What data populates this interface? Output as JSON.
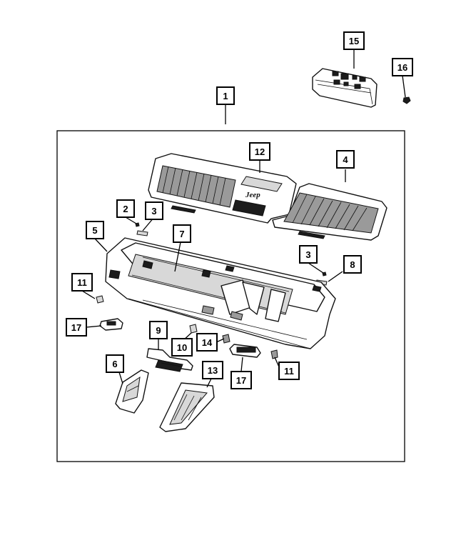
{
  "diagram": {
    "callouts": [
      {
        "id": "c1",
        "label": "1"
      },
      {
        "id": "c2",
        "label": "2"
      },
      {
        "id": "c3a",
        "label": "3"
      },
      {
        "id": "c3b",
        "label": "3"
      },
      {
        "id": "c4",
        "label": "4"
      },
      {
        "id": "c5",
        "label": "5"
      },
      {
        "id": "c6",
        "label": "6"
      },
      {
        "id": "c7",
        "label": "7"
      },
      {
        "id": "c8",
        "label": "8"
      },
      {
        "id": "c9",
        "label": "9"
      },
      {
        "id": "c10",
        "label": "10"
      },
      {
        "id": "c11a",
        "label": "11"
      },
      {
        "id": "c11b",
        "label": "11"
      },
      {
        "id": "c12",
        "label": "12"
      },
      {
        "id": "c13",
        "label": "13"
      },
      {
        "id": "c14",
        "label": "14"
      },
      {
        "id": "c15",
        "label": "15"
      },
      {
        "id": "c16",
        "label": "16"
      },
      {
        "id": "c17a",
        "label": "17"
      },
      {
        "id": "c17b",
        "label": "17"
      }
    ],
    "logo_text": "Jeep"
  }
}
